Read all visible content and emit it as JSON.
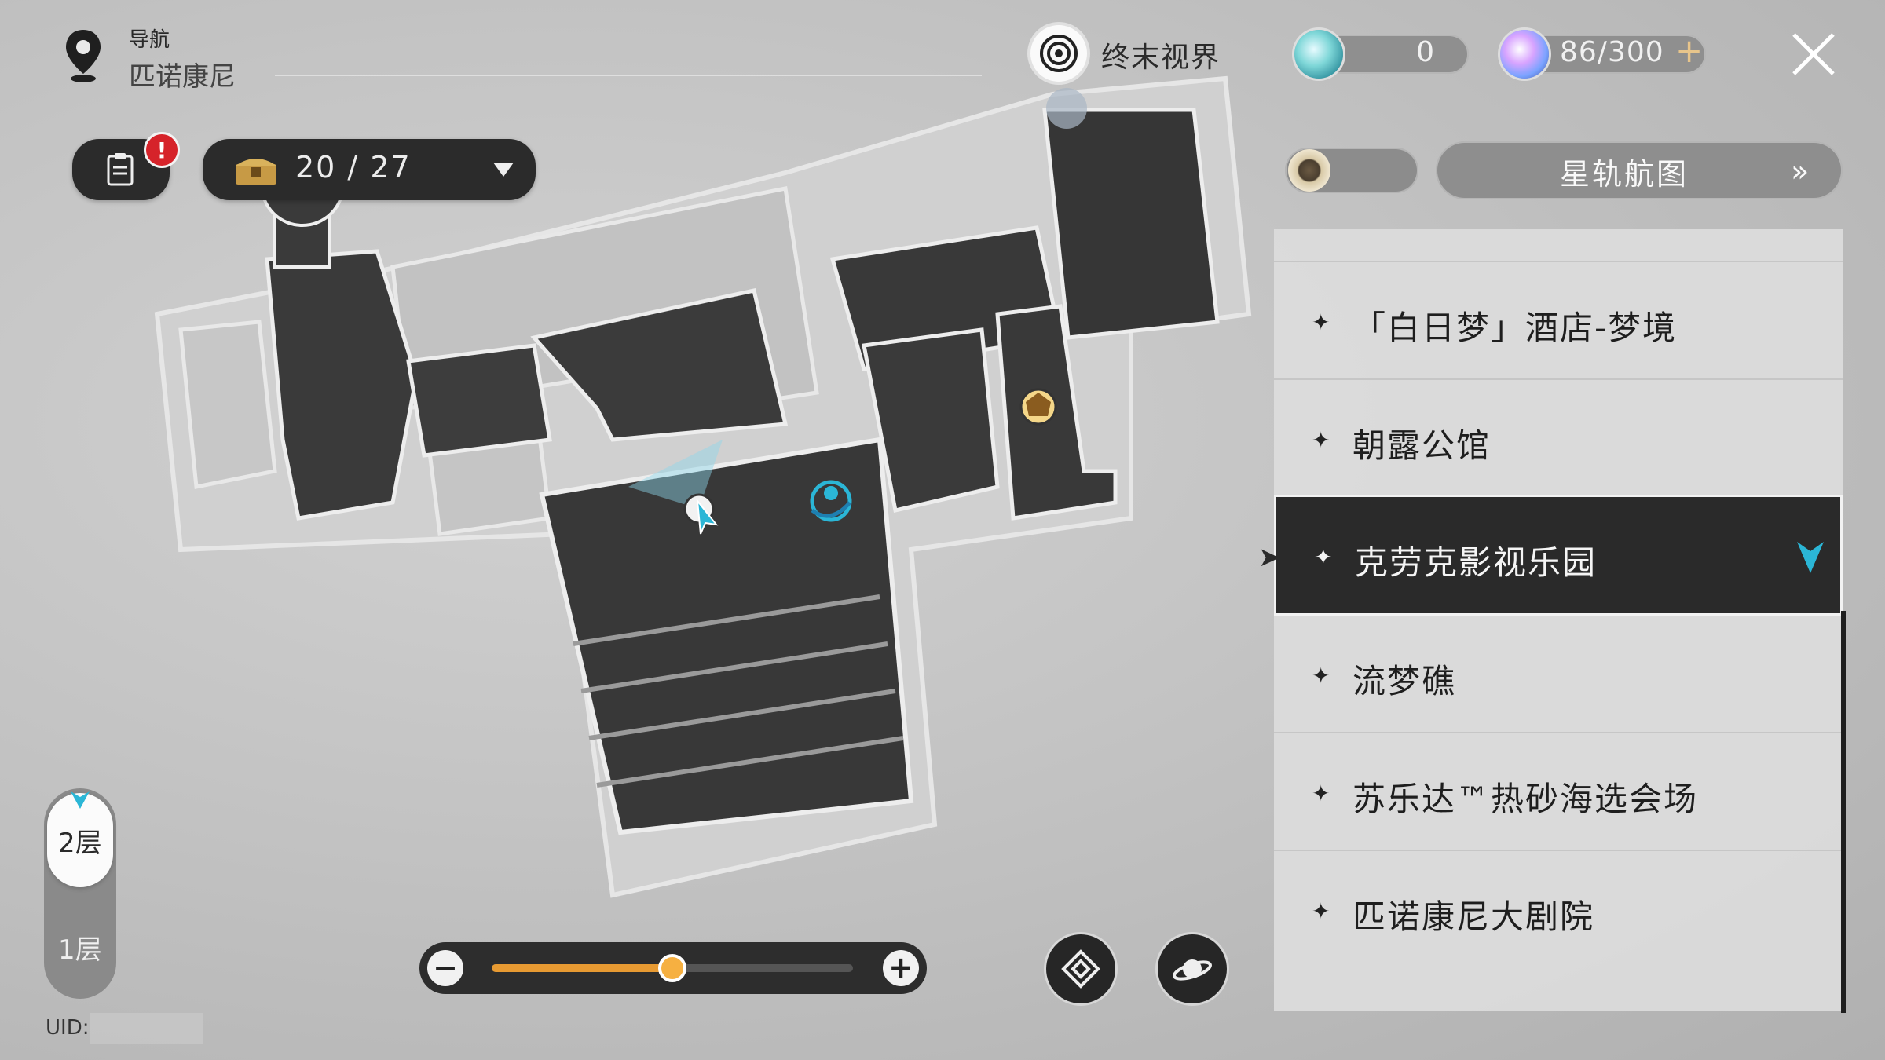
{
  "nav": {
    "label": "导航",
    "area": "匹诺康尼"
  },
  "quest": {
    "alert": "!"
  },
  "chest": {
    "count": "20 / 27"
  },
  "realm": {
    "label": "终末视界"
  },
  "resources": {
    "primary_value": "0",
    "secondary_value": "86/300",
    "add_symbol": "+"
  },
  "star_rail": {
    "label": "星轨航图",
    "arrow": "»"
  },
  "locations": {
    "items": [
      {
        "label": "「白日梦」酒店-梦境"
      },
      {
        "label": "朝露公馆"
      },
      {
        "label": "克劳克影视乐园"
      },
      {
        "label": "流梦礁"
      },
      {
        "label": "苏乐达™热砂海选会场"
      },
      {
        "label": "匹诺康尼大剧院"
      }
    ],
    "selected_index": 2
  },
  "floors": {
    "items": [
      "2层",
      "1层"
    ],
    "active": "2层"
  },
  "uid": {
    "label": "UID:"
  },
  "zoom": {
    "level": 0.5,
    "minus": "−",
    "plus": "+"
  },
  "colors": {
    "accent_orange": "#e79a32",
    "selection_cyan": "#2bb6d6",
    "panel_dark": "#2a2a2a"
  },
  "icons": {
    "nav": "map-pin-icon",
    "quest": "quest-log-icon",
    "chest": "treasure-chest-icon",
    "realm": "eye-icon",
    "close": "close-icon",
    "home": "home-anchor-icon",
    "planet": "planet-icon"
  }
}
